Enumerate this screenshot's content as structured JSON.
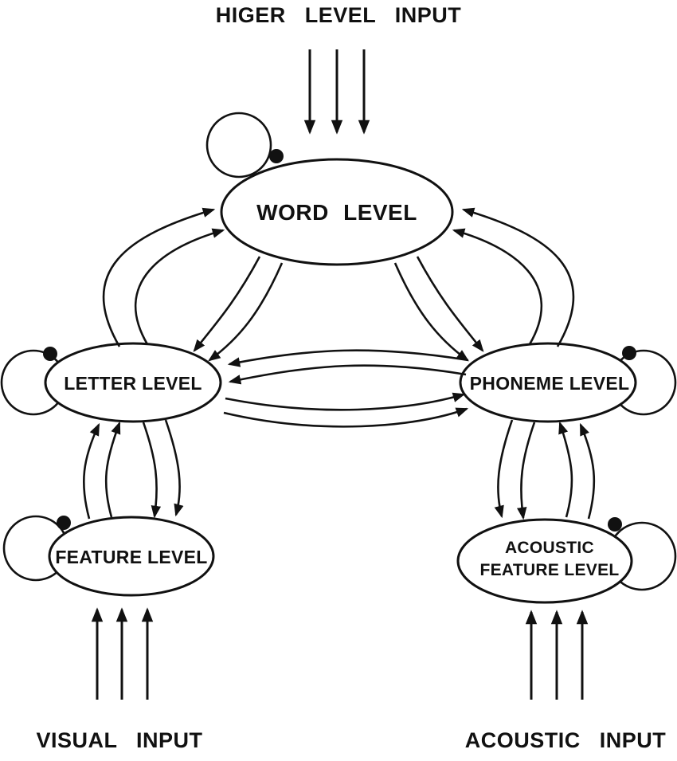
{
  "page": {
    "background_color": "#ffffff",
    "ink_color": "#111111"
  },
  "labels": {
    "higher_input": "HIGER LEVEL INPUT",
    "visual_input": "VISUAL INPUT",
    "acoustic_input": "ACOUSTIC INPUT"
  },
  "nodes": {
    "word": {
      "label": "WORD LEVEL"
    },
    "letter": {
      "label": "LETTER LEVEL"
    },
    "phoneme": {
      "label": "PHONEME LEVEL"
    },
    "feature": {
      "label": "FEATURE LEVEL"
    },
    "acoustic_feature": {
      "label_line1": "ACOUSTIC",
      "label_line2": "FEATURE LEVEL"
    }
  },
  "connections": {
    "word_letter": "bidirectional",
    "word_phoneme": "bidirectional",
    "letter_phoneme": "bidirectional",
    "letter_feature": "bidirectional",
    "phoneme_acoustic_feature": "bidirectional",
    "self_loops": [
      "word",
      "letter",
      "phoneme",
      "feature",
      "acoustic_feature"
    ]
  }
}
